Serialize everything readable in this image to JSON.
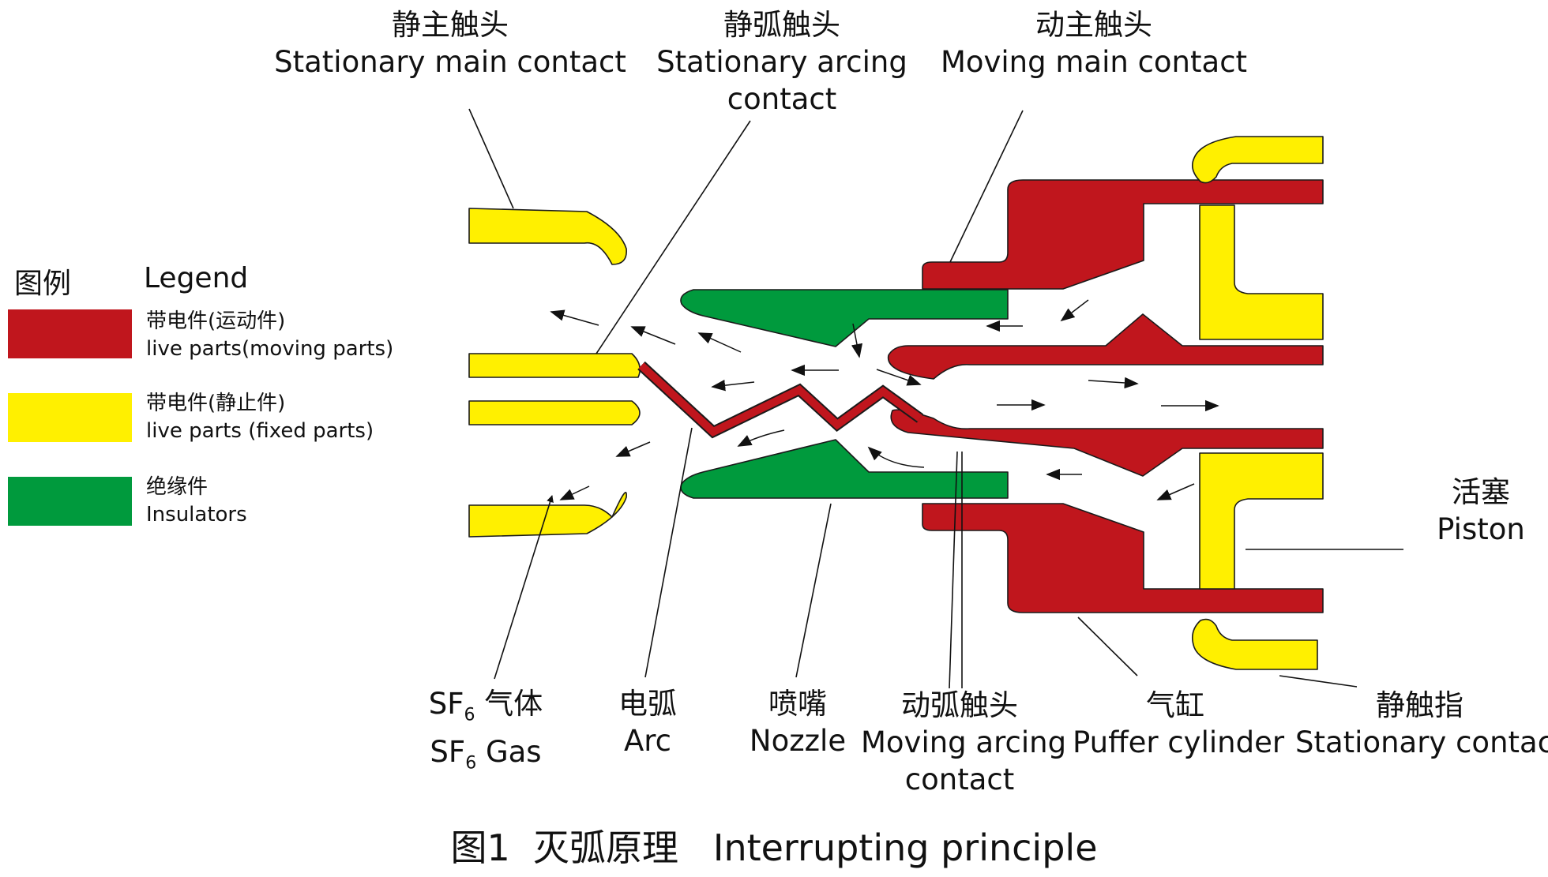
{
  "colors": {
    "moving": "#c0161d",
    "fixed": "#fff000",
    "insulator": "#009a3d",
    "outline": "#1a1a1a"
  },
  "legend": {
    "title_zh": "图例",
    "title_en": "Legend",
    "items": [
      {
        "zh": "带电件(运动件)",
        "en": "live parts(moving parts)",
        "color": "#c0161d"
      },
      {
        "zh": "带电件(静止件)",
        "en": "live parts (fixed parts)",
        "color": "#fff000"
      },
      {
        "zh": "绝缘件",
        "en": "Insulators",
        "color": "#009a3d"
      }
    ]
  },
  "labels": {
    "stationary_main": {
      "zh": "静主触头",
      "en": "Stationary main contact"
    },
    "stationary_arcing": {
      "zh": "静弧触头",
      "en1": "Stationary arcing",
      "en2": "contact"
    },
    "moving_main": {
      "zh": "动主触头",
      "en": "Moving main contact"
    },
    "piston": {
      "zh": "活塞",
      "en": "Piston"
    },
    "sf6": {
      "zh_prefix": "SF",
      "zh_sub": "6",
      "zh_suffix": " 气体",
      "en_prefix": "SF",
      "en_sub": "6",
      "en_suffix": " Gas"
    },
    "arc": {
      "zh": "电弧",
      "en": "Arc"
    },
    "nozzle": {
      "zh": "喷嘴",
      "en": "Nozzle"
    },
    "moving_arcing": {
      "zh": "动弧触头",
      "en1": "Moving arcing",
      "en2": "contact"
    },
    "puffer": {
      "zh": "气缸",
      "en": "Puffer cylinder"
    },
    "stationary_contact": {
      "zh": "静触指",
      "en": "Stationary contact"
    }
  },
  "caption": "图1  灭弧原理   Interrupting principle"
}
